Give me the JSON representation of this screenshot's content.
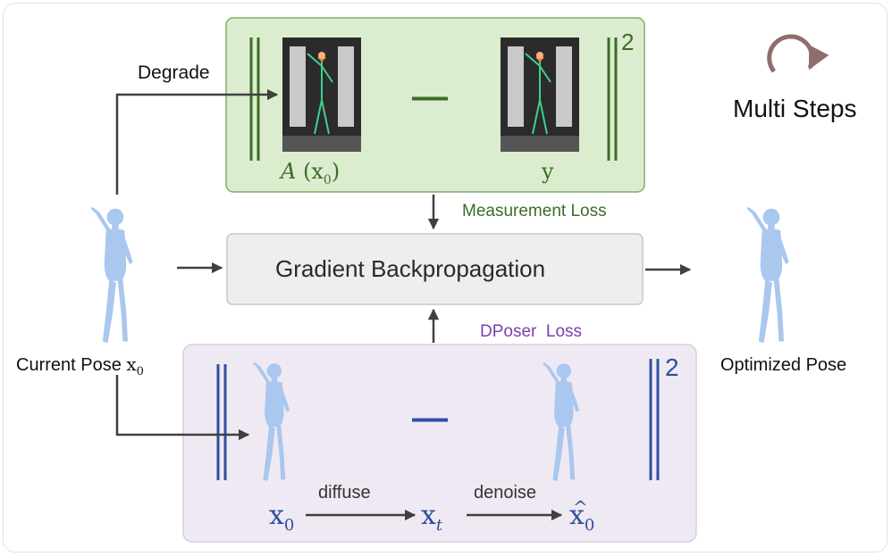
{
  "colors": {
    "measurement_box_fill": "#dcedcf",
    "measurement_box_stroke": "#7fae6a",
    "measurement_accent": "#3b6d27",
    "dposer_box_fill": "#efe9f3",
    "dposer_box_stroke": "#d8cde3",
    "dposer_accent": "#2f4fa0",
    "dposer_loss_label": "#7a3fb0",
    "gradient_box_fill": "#eeeeee",
    "gradient_box_stroke": "#c8c8c8",
    "arrow": "#404040",
    "body_mesh": "#a9c7ef",
    "loop_icon": "#8c6f6b"
  },
  "labels": {
    "degrade": "Degrade",
    "multi_steps": "Multi Steps",
    "measurement_loss": "Measurement Loss",
    "gradient_backprop": "Gradient Backpropagation",
    "dposer_loss": "DPoser  Loss",
    "current_pose_prefix": "Current Pose ",
    "optimized_pose": "Optimized Pose",
    "diffuse": "diffuse",
    "denoise": "denoise",
    "minus": "—",
    "norm_exponent": "2"
  },
  "math": {
    "operator_a": "A",
    "x_base": "x",
    "sub_zero": "0",
    "sub_t": "t",
    "y": "y",
    "paren_open": "(",
    "paren_close": ")"
  },
  "icons": [
    "loop-arrow-icon",
    "human-mesh-icon",
    "photo-with-skeleton-icon",
    "arrow-icon"
  ]
}
